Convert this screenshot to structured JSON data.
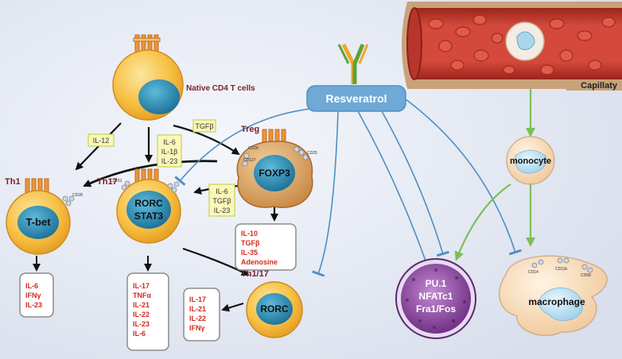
{
  "labels": {
    "native": "Native CD4 T cells",
    "th1": "Th1",
    "th17": "Th17",
    "treg": "Treg",
    "th117": "Th1/17",
    "tbet": "T-bet",
    "rorc": "RORC",
    "stat3": "STAT3",
    "foxp3": "FOXP3",
    "rorc2": "RORC",
    "resveratrol": "Resveratrol",
    "capillary": "Capillaty",
    "monocyte": "monocyte",
    "macrophage": "macrophage",
    "pu1": "PU.1",
    "nfatc1": "NFATc1",
    "fra1": "Fra1/Fos"
  },
  "cytokine_tags": {
    "il12": "IL-12",
    "tgfb": "TGFβ",
    "th17_inducers": [
      "IL-6",
      "IL-1β",
      "IL-23"
    ],
    "treg_to_th17": [
      "IL-6",
      "TGFβ",
      "IL-23"
    ]
  },
  "output_boxes": {
    "th1": [
      "IL-6",
      "IFNγ",
      "IL-23"
    ],
    "th17": [
      "IL-17",
      "TNFα",
      "IL-21",
      "IL-22",
      "IL-23",
      "IL-6"
    ],
    "treg": [
      "IL-10",
      "TGFβ",
      "IL-35",
      "Adenosine"
    ],
    "th117": [
      "IL-17",
      "IL-21",
      "IL-22",
      "IFNγ"
    ]
  },
  "receptor_labels": {
    "cd28": "CD28",
    "cd127": "CD127",
    "cd25": "CD25",
    "cd161": "CD161",
    "cd14": "CD14",
    "cd11b": "CD11b",
    "cd68": "CD68"
  },
  "colors": {
    "background": "#e4e9f3",
    "cell_yellow": "#f7c043",
    "nucleus_blue": "#2d8fb5",
    "treg_tan": "#dba86a",
    "resveratrol_blue": "#6fa9d6",
    "vessel_red": "#c53d32",
    "cytokine_red": "#d42a1e",
    "inhibit_blue": "#4f8fc2",
    "arrow_green": "#7cbf57",
    "purple_cell": "#7d3c8f"
  }
}
